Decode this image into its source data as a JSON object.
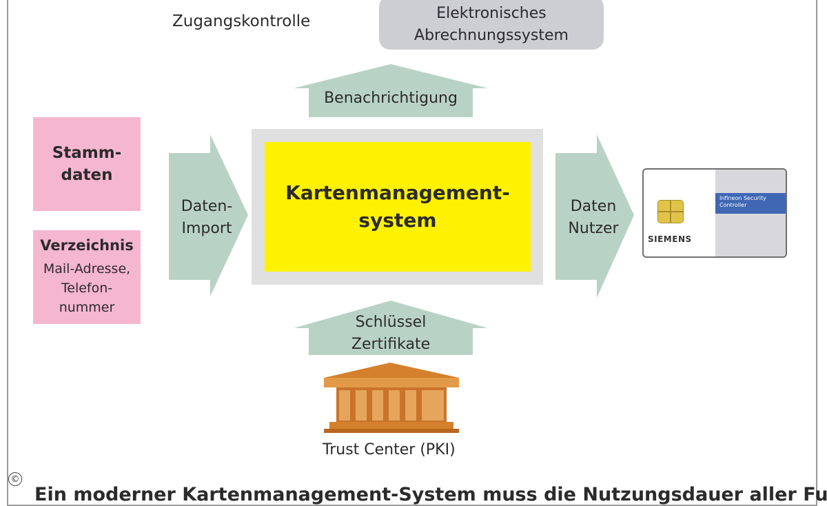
{
  "access_control": "Zugangskontrolle",
  "billing_system": [
    "Elektronisches",
    "Abrechnungssystem"
  ],
  "notification": "Benachrichtigung",
  "master_data": [
    "Stamm-",
    "daten"
  ],
  "directory": {
    "title": "Verzeichnis",
    "lines": [
      "Mail-Adresse,",
      "Telefon-",
      "nummer"
    ]
  },
  "data_import": [
    "Daten-",
    "Import"
  ],
  "card_management_system": [
    "Kartenmanagement-",
    "system"
  ],
  "data_user": [
    "Daten",
    "Nutzer"
  ],
  "smart_card": {
    "brand": "SIEMENS",
    "band_text": "Infineon Security Controller"
  },
  "keys_certificates": [
    "Schlüssel",
    "Zertifikate"
  ],
  "trust_center": "Trust Center (PKI)",
  "copyright_symbol": "©",
  "caption": "Ein moderner Kartenmanagement-System muss die Nutzungsdauer aller Funk",
  "colors": {
    "arrow_fill": "#b9d2c6",
    "core_fill": "#fff200",
    "pink_fill": "#f5b6cf",
    "billing_fill": "#cdcdd4",
    "building_fill": "#d4802c"
  },
  "icons": [
    "smart-card-icon",
    "chip-icon",
    "trust-center-building-icon"
  ]
}
